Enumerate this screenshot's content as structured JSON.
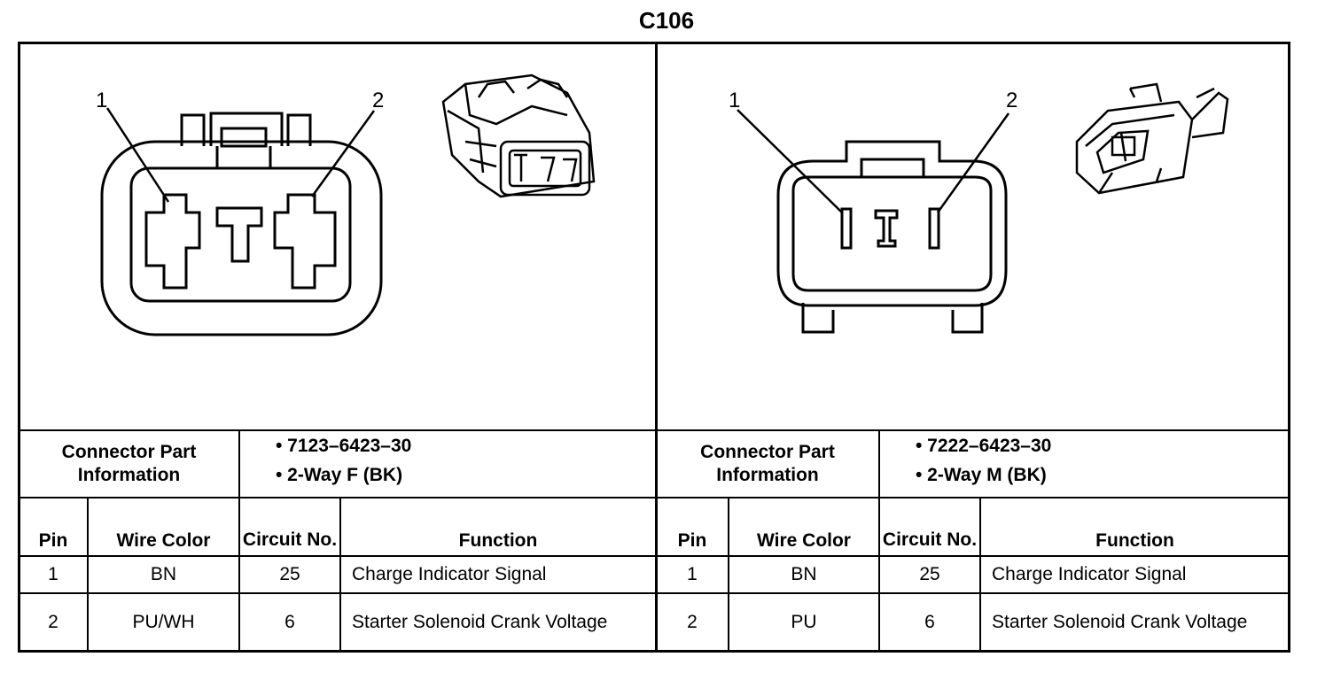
{
  "title": "C106",
  "left": {
    "pin_labels": [
      "1",
      "2"
    ],
    "part_header": "Connector Part Information",
    "part_info": [
      "• 7123–6423–30",
      "• 2-Way F (BK)"
    ],
    "columns": {
      "pin": "Pin",
      "wire_color": "Wire Color",
      "circuit": "Circuit No.",
      "function": "Function"
    },
    "rows": [
      {
        "pin": "1",
        "wire_color": "BN",
        "circuit": "25",
        "function": "Charge Indicator Signal"
      },
      {
        "pin": "2",
        "wire_color": "PU/WH",
        "circuit": "6",
        "function": "Starter Solenoid Crank Voltage"
      }
    ]
  },
  "right": {
    "pin_labels": [
      "1",
      "2"
    ],
    "part_header": "Connector Part Information",
    "part_info": [
      "• 7222–6423–30",
      "• 2-Way M (BK)"
    ],
    "columns": {
      "pin": "Pin",
      "wire_color": "Wire Color",
      "circuit": "Circuit No.",
      "function": "Function"
    },
    "rows": [
      {
        "pin": "1",
        "wire_color": "BN",
        "circuit": "25",
        "function": "Charge Indicator Signal"
      },
      {
        "pin": "2",
        "wire_color": "PU",
        "circuit": "6",
        "function": "Starter Solenoid Crank Voltage"
      }
    ]
  }
}
